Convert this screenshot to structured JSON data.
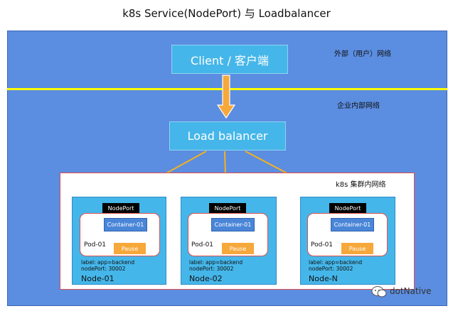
{
  "title": "k8s Service(NodePort)  与 Loadbalancer",
  "external_label": "外部（用户）网络",
  "internal_label": "企业内部网络",
  "client": "Client / 客户端",
  "load_balancer": "Load balancer",
  "cluster_label": "k8s 集群内网络",
  "nodes": [
    {
      "nodeport": "NodePort",
      "container": "Container-01",
      "pod": "Pod-01",
      "pause": "Pause",
      "label_line": "label: app=backend",
      "port_line": "nodePort: 30002",
      "name": "Node-01"
    },
    {
      "nodeport": "NodePort",
      "container": "Container-01",
      "pod": "Pod-01",
      "pause": "Pause",
      "label_line": "label: app=backend",
      "port_line": "nodePort: 30002",
      "name": "Node-02"
    },
    {
      "nodeport": "NodePort",
      "container": "Container-01",
      "pod": "Pod-01",
      "pause": "Pause",
      "label_line": "label: app=backend",
      "port_line": "nodePort: 30002",
      "name": "Node-N"
    }
  ],
  "watermark": "dotNative",
  "colors": {
    "background": "#5b8de0",
    "box": "#45b6e9",
    "divider": "#ffff00",
    "arrow": "#f6b11e",
    "pause": "#f6a83a"
  }
}
